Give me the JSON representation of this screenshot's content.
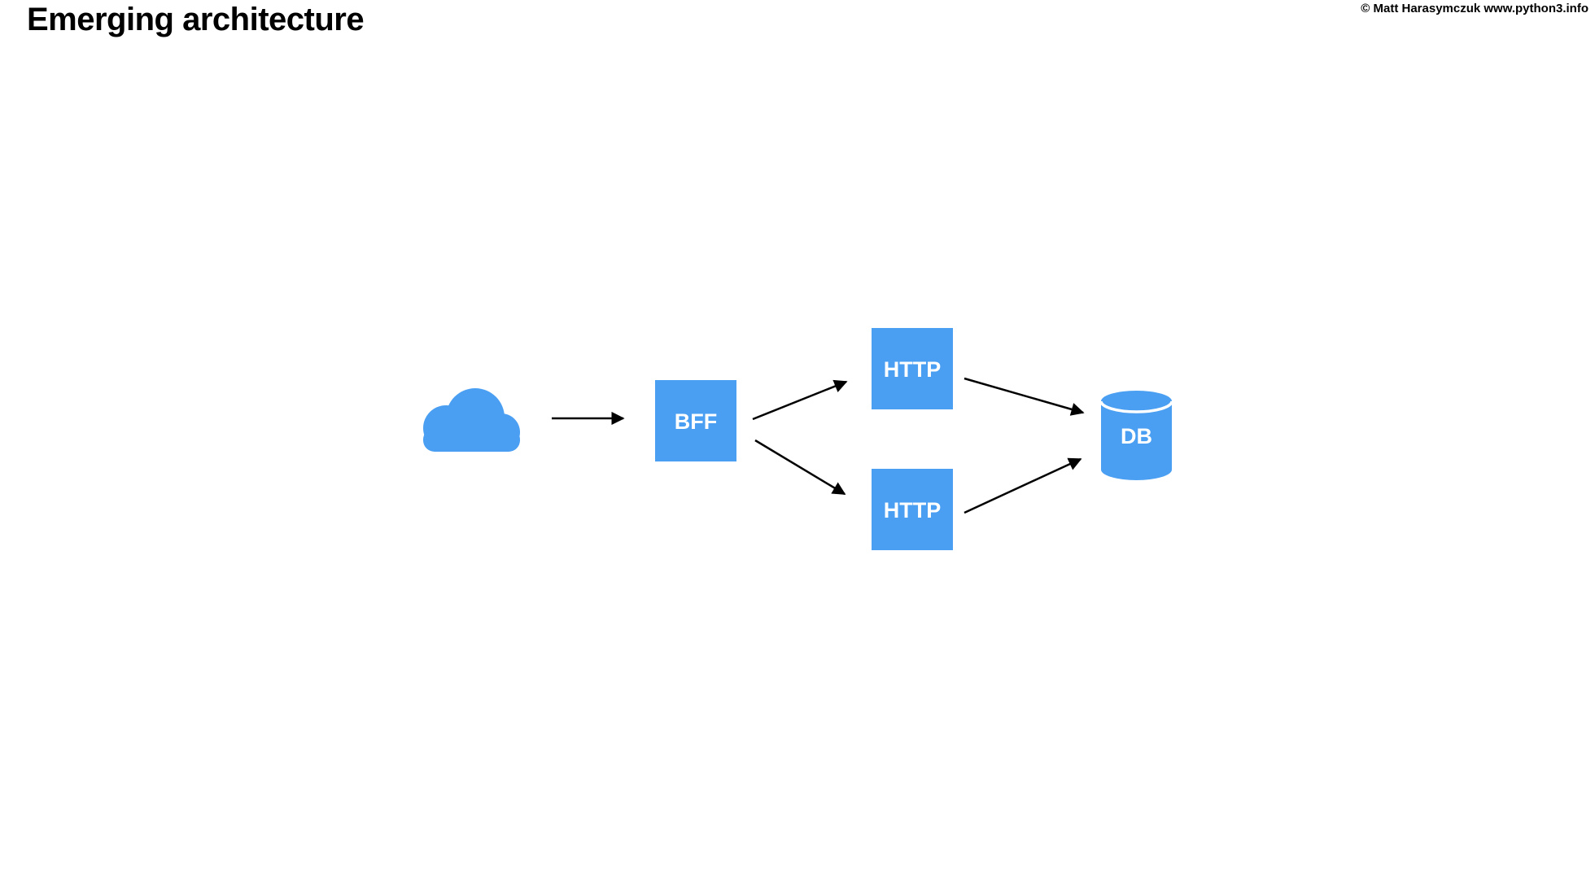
{
  "page": {
    "title": "Emerging architecture",
    "copyright": "© Matt Harasymczuk www.python3.info"
  },
  "diagram": {
    "nodes": [
      {
        "id": "cloud",
        "type": "cloud-icon",
        "label": ""
      },
      {
        "id": "bff",
        "type": "box",
        "label": "BFF"
      },
      {
        "id": "http-top",
        "type": "box",
        "label": "HTTP"
      },
      {
        "id": "http-bottom",
        "type": "box",
        "label": "HTTP"
      },
      {
        "id": "db",
        "type": "database-icon",
        "label": "DB"
      }
    ],
    "edges": [
      {
        "from": "cloud",
        "to": "bff"
      },
      {
        "from": "bff",
        "to": "http-top"
      },
      {
        "from": "bff",
        "to": "http-bottom"
      },
      {
        "from": "http-top",
        "to": "db"
      },
      {
        "from": "http-bottom",
        "to": "db"
      }
    ],
    "colors": {
      "node_fill": "#4A9FF2",
      "node_text": "#FFFFFF",
      "arrow": "#000000",
      "title_text": "#000000"
    }
  }
}
